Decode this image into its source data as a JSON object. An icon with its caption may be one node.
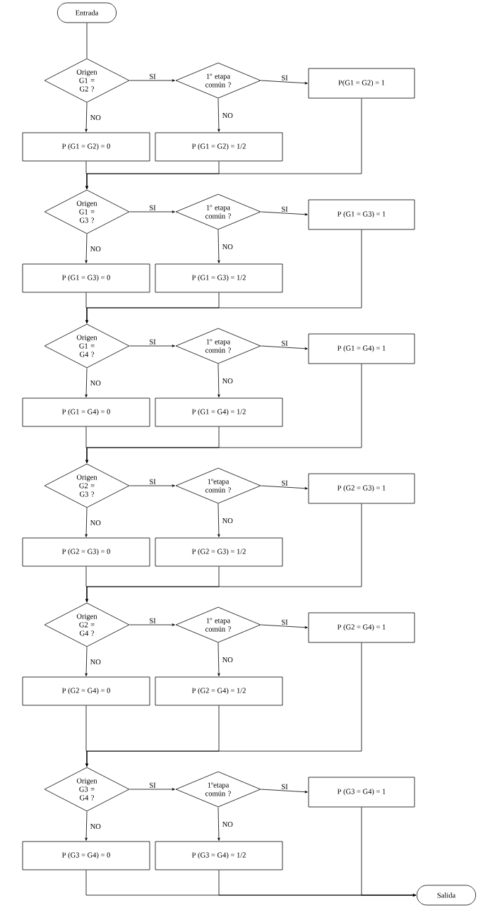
{
  "diagram": {
    "nodes": [
      {
        "text": [
          "Entrada"
        ]
      },
      {
        "text": [
          "Origen G1 = G2 ?"
        ]
      },
      {
        "text": [
          "1º etapa común ?"
        ]
      },
      {
        "text": [
          "P(G1 = G2) = 1"
        ]
      },
      {
        "text": [
          "P (G1 = G2) = 0"
        ]
      },
      {
        "text": [
          "P (G1 = G2) = 1/2"
        ]
      },
      {
        "text": [
          "Origen G1 = G3 ?"
        ]
      },
      {
        "text": [
          "1º etapa común ?"
        ]
      },
      {
        "text": [
          "P (G1 = G3) = 1"
        ]
      },
      {
        "text": [
          "P (G1 = G3) = 0"
        ]
      },
      {
        "text": [
          "P (G1 = G3) = 1/2"
        ]
      },
      {
        "text": [
          "Origen G1 = G4 ?"
        ]
      },
      {
        "text": [
          "1º etapa común ?"
        ]
      },
      {
        "text": [
          "P (G1 = G4) = 1"
        ]
      },
      {
        "text": [
          "P (G1 = G4) = 0"
        ]
      },
      {
        "text": [
          "P (G1 = G4) = 1/2"
        ]
      },
      {
        "text": [
          "Origen G2 = G3 ?"
        ]
      },
      {
        "text": [
          "1ºetapa común ?"
        ]
      },
      {
        "text": [
          "P (G2 = G3) = 1"
        ]
      },
      {
        "text": [
          "P (G2 = G3) = 0"
        ]
      },
      {
        "text": [
          "P (G2 = G3) = 1/2"
        ]
      },
      {
        "text": [
          "Origen G2 = G4 ?"
        ]
      },
      {
        "text": [
          "1º etapa común ?"
        ]
      },
      {
        "text": [
          "P (G2 = G4) = 1"
        ]
      },
      {
        "text": [
          "P (G2 = G4) = 0"
        ]
      },
      {
        "text": [
          "P (G2 = G4) = 1/2"
        ]
      },
      {
        "text": [
          "Origen G3 = G4 ?"
        ]
      },
      {
        "text": [
          "1ºetapa común ?"
        ]
      },
      {
        "text": [
          "P (G3 = G4) = 1"
        ]
      },
      {
        "text": [
          "P (G3 = G4) = 0"
        ]
      },
      {
        "text": [
          "P (G3 = G4) = 1/2"
        ]
      },
      {
        "text": [
          "Salida"
        ]
      }
    ],
    "edges": [
      {
        "from": 0,
        "to": 1,
        "arrow": "none"
      },
      {
        "from": 1,
        "to": 2,
        "arrow": "to",
        "label": "SI"
      },
      {
        "from": 2,
        "to": 3,
        "arrow": "to",
        "label": "SI"
      },
      {
        "from": 1,
        "to": 4,
        "arrow": "to",
        "label": "NO"
      },
      {
        "from": 2,
        "to": 5,
        "arrow": "to",
        "label": "NO"
      },
      {
        "from": 4,
        "to": 6,
        "arrow": "to"
      },
      {
        "from": 5,
        "to": 6,
        "arrow": "to"
      },
      {
        "from": 3,
        "to": 6,
        "arrow": "to"
      },
      {
        "from": 6,
        "to": 7,
        "arrow": "to",
        "label": "SI"
      },
      {
        "from": 7,
        "to": 8,
        "arrow": "to",
        "label": "SI"
      },
      {
        "from": 6,
        "to": 9,
        "arrow": "to",
        "label": "NO"
      },
      {
        "from": 7,
        "to": 10,
        "arrow": "to",
        "label": "NO"
      },
      {
        "from": 9,
        "to": 11,
        "arrow": "to"
      },
      {
        "from": 10,
        "to": 11,
        "arrow": "to"
      },
      {
        "from": 8,
        "to": 11,
        "arrow": "to"
      },
      {
        "from": 11,
        "to": 12,
        "arrow": "to",
        "label": "SI"
      },
      {
        "from": 12,
        "to": 13,
        "arrow": "to",
        "label": "SI"
      },
      {
        "from": 11,
        "to": 14,
        "arrow": "to",
        "label": "NO"
      },
      {
        "from": 12,
        "to": 15,
        "arrow": "to",
        "label": "NO"
      },
      {
        "from": 14,
        "to": 16,
        "arrow": "to"
      },
      {
        "from": 15,
        "to": 16,
        "arrow": "to"
      },
      {
        "from": 13,
        "to": 16,
        "arrow": "to"
      },
      {
        "from": 16,
        "to": 17,
        "arrow": "to",
        "label": "SI"
      },
      {
        "from": 17,
        "to": 18,
        "arrow": "to",
        "label": "SI"
      },
      {
        "from": 16,
        "to": 19,
        "arrow": "to",
        "label": "NO"
      },
      {
        "from": 17,
        "to": 20,
        "arrow": "to",
        "label": "NO"
      },
      {
        "from": 19,
        "to": 21,
        "arrow": "to"
      },
      {
        "from": 20,
        "to": 21,
        "arrow": "to"
      },
      {
        "from": 18,
        "to": 21,
        "arrow": "to"
      },
      {
        "from": 21,
        "to": 22,
        "arrow": "to",
        "label": "SI"
      },
      {
        "from": 22,
        "to": 23,
        "arrow": "to",
        "label": "SI"
      },
      {
        "from": 21,
        "to": 24,
        "arrow": "to",
        "label": "NO"
      },
      {
        "from": 22,
        "to": 25,
        "arrow": "to",
        "label": "NO"
      },
      {
        "from": 24,
        "to": 26,
        "arrow": "to"
      },
      {
        "from": 25,
        "to": 26,
        "arrow": "to"
      },
      {
        "from": 23,
        "to": 26,
        "arrow": "to"
      },
      {
        "from": 26,
        "to": 27,
        "arrow": "to",
        "label": "SI"
      },
      {
        "from": 27,
        "to": 28,
        "arrow": "to",
        "label": "SI"
      },
      {
        "from": 26,
        "to": 29,
        "arrow": "to",
        "label": "NO"
      },
      {
        "from": 27,
        "to": 30,
        "arrow": "to",
        "label": "NO"
      },
      {
        "from": 29,
        "to": 31,
        "arrow": "to"
      },
      {
        "from": 30,
        "to": 31,
        "arrow": "to"
      },
      {
        "from": 28,
        "to": 31,
        "arrow": "to"
      }
    ]
  }
}
